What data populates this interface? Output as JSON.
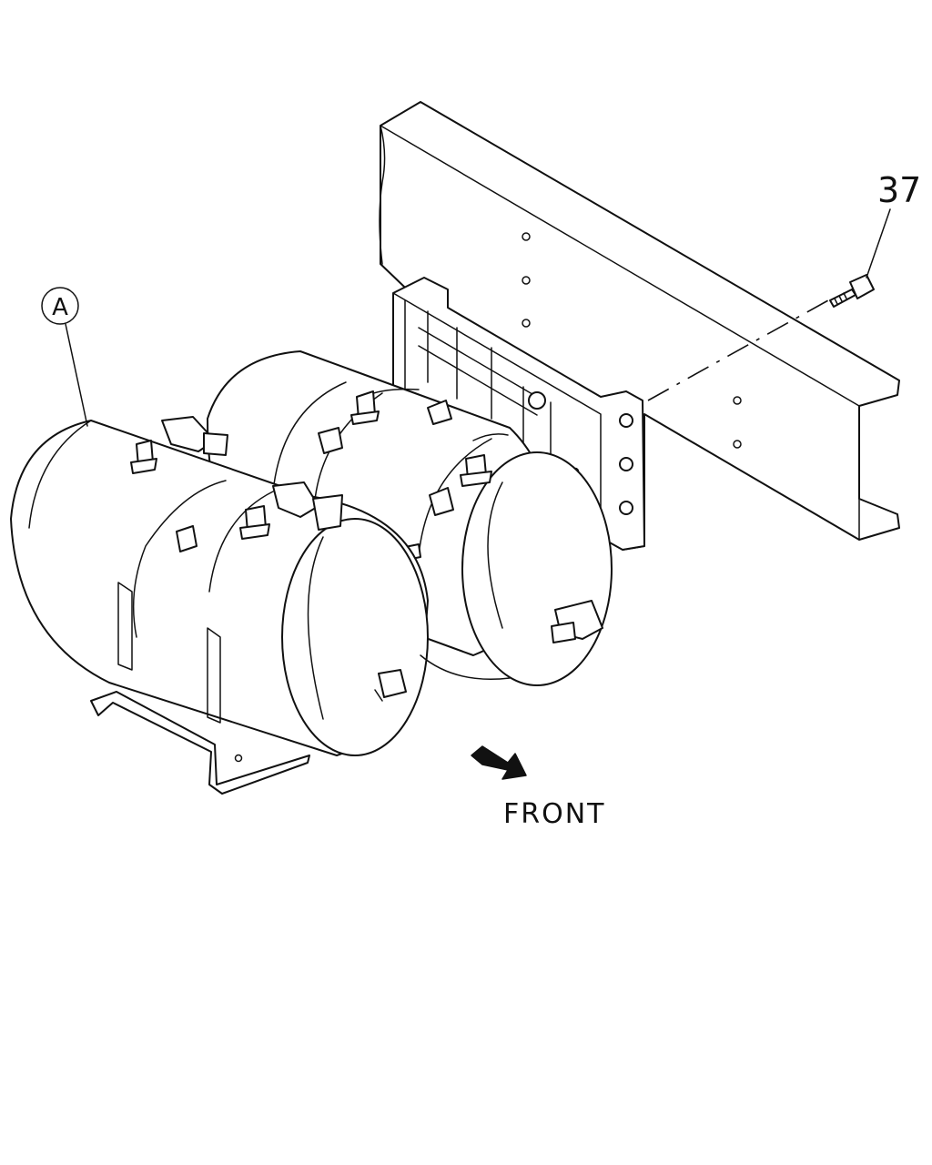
{
  "callouts": {
    "part_number": "37",
    "view_ref": "A"
  },
  "direction": {
    "label": "FRONT"
  }
}
